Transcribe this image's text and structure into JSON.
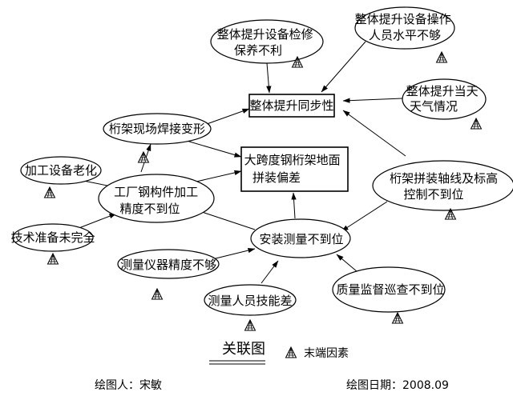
{
  "nodes": {
    "n_maint": [
      "整体提升设备检修",
      "保养不利"
    ],
    "n_operator": [
      "整体提升设备操作",
      "人员水平不够"
    ],
    "n_sync": [
      "整体提升同步性"
    ],
    "n_weather": [
      "整体提升当天",
      "天气情况"
    ],
    "n_weld": [
      "桁架现场焊接变形"
    ],
    "n_main": [
      "大跨度钢桁架地面",
      "拼装偏差"
    ],
    "n_aging": [
      "加工设备老化"
    ],
    "n_factory": [
      "工厂钢构件加工",
      "精度不到位"
    ],
    "n_axis": [
      "桁架拼装轴线及标高",
      "控制不到位"
    ],
    "n_prep": [
      "技术准备未完全"
    ],
    "n_install": [
      "安装测量不到位"
    ],
    "n_instrument": [
      "测量仪器精度不够"
    ],
    "n_staff": [
      "测量人员技能差"
    ],
    "n_quality": [
      "质量监督巡查不到位"
    ]
  },
  "title": "关联图",
  "legend_label": "末端因素",
  "footer": {
    "author": "绘图人：宋敏",
    "date": "绘图日期：2008.09"
  },
  "icons": {
    "end_factor": "pyramid-triangle-icon"
  }
}
